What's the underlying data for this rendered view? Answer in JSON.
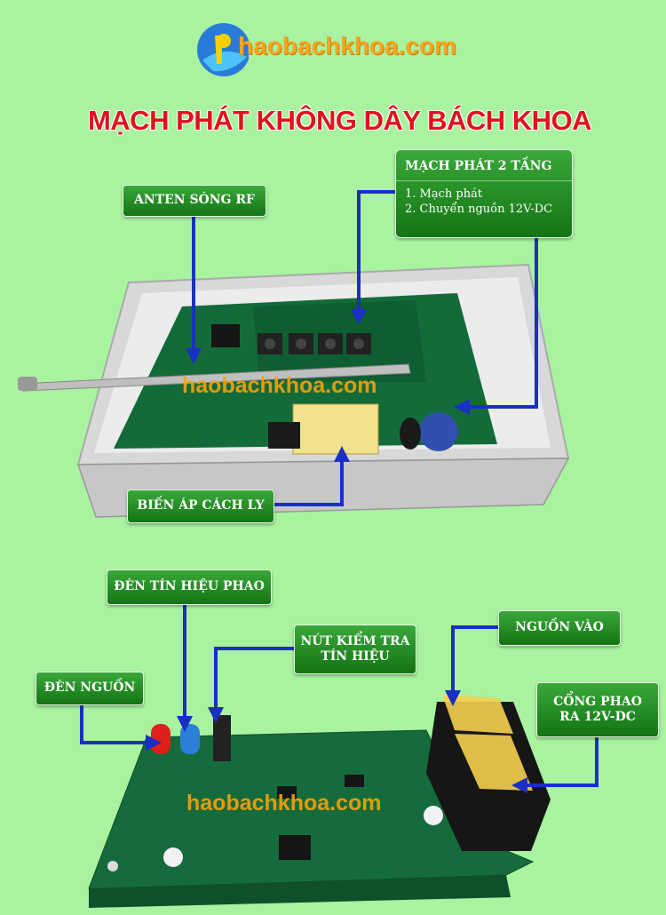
{
  "brand": {
    "site": "phaobachkhoa.com",
    "text_suffix": "haobachkhoa.com"
  },
  "title": "MẠCH PHÁT KHÔNG DÂY BÁCH KHOA",
  "labels": {
    "anten": "ANTEN SÓNG RF",
    "mach_phat_title": "MẠCH PHÁT 2 TẦNG",
    "mach_phat_items": [
      "1. Mạch phát",
      "2. Chuyển nguồn 12V-DC"
    ],
    "bien_ap": "BIẾN ÁP CÁCH LY",
    "den_tin_hieu": "ĐÈN TÍN HIỆU PHAO",
    "nut_kiem_tra_1": "NÚT KIỂM TRA",
    "nut_kiem_tra_2": "TÍN HIỆU",
    "nguon_vao": "NGUỒN VÀO",
    "den_nguon": "ĐÈN NGUỒN",
    "cong_phao_1": "CỔNG PHAO",
    "cong_phao_2": "RA 12V-DC"
  },
  "colors": {
    "background": "#a8f2a0",
    "title_red": "#e0121b",
    "label_green": "#137413",
    "arrow_blue": "#1a2fc4",
    "brand_orange": "#f5a623"
  }
}
